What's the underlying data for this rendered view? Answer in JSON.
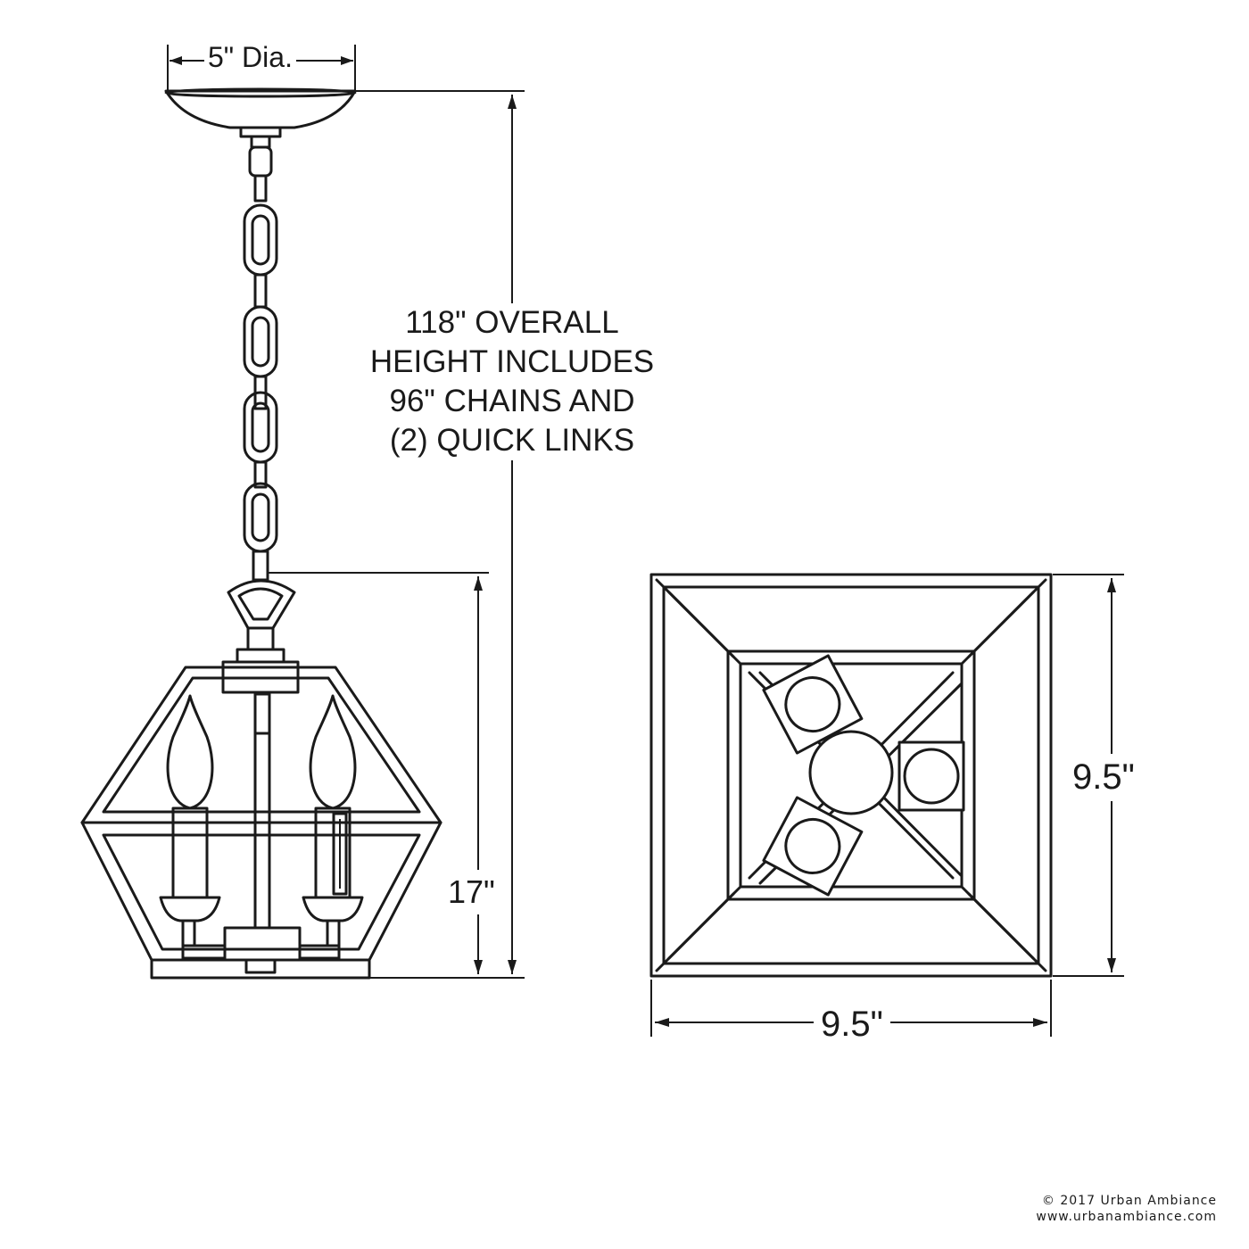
{
  "dimensions": {
    "canopy_diameter": "5\" Dia.",
    "overall_note": [
      "118\" OVERALL",
      "HEIGHT INCLUDES",
      "96\" CHAINS AND",
      "(2) QUICK LINKS"
    ],
    "fixture_height": "17\"",
    "top_width": "9.5\"",
    "top_depth": "9.5\""
  },
  "footer": {
    "copyright": "© 2017 Urban Ambiance",
    "website": "www.urbanambiance.com"
  },
  "colors": {
    "line": "#1a1a1a",
    "background": "#ffffff"
  }
}
